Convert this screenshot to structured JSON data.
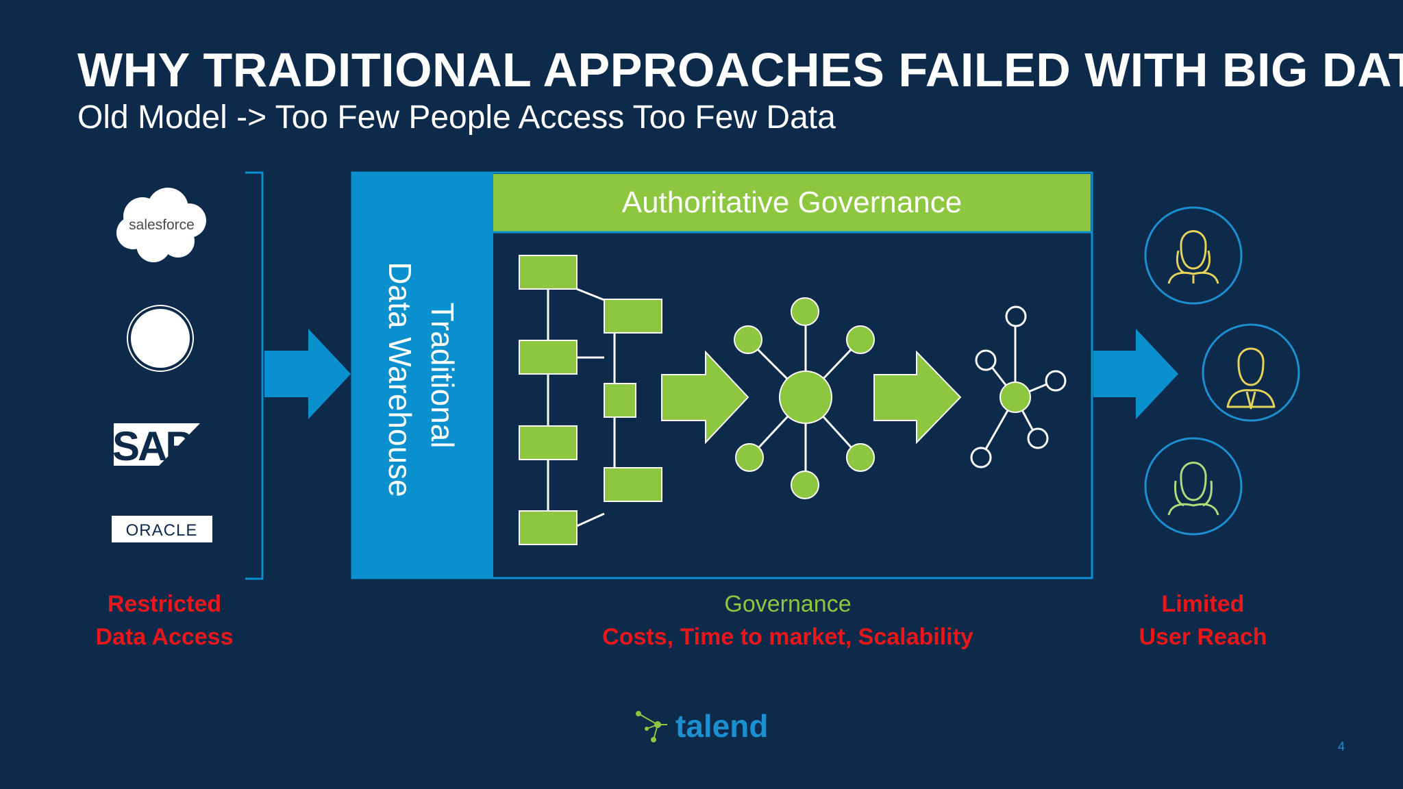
{
  "title": "WHY TRADITIONAL APPROACHES FAILED WITH BIG DATA",
  "subtitle": "Old Model -> Too Few People Access Too Few Data",
  "sources": {
    "salesforce": "salesforce",
    "sap": "SAP",
    "oracle": "ORACLE"
  },
  "warehouse": {
    "line1": "Traditional",
    "line2": "Data Warehouse",
    "governance_header": "Authoritative Governance"
  },
  "labels": {
    "left": {
      "line1": "Restricted",
      "line2": "Data Access"
    },
    "middle": {
      "line1": "Governance",
      "line2": "Costs, Time to market, Scalability"
    },
    "right": {
      "line1": "Limited",
      "line2": "User Reach"
    }
  },
  "logo": "talend",
  "page_number": "4",
  "colors": {
    "background": "#0e2a4b",
    "blue": "#0a8fcf",
    "green": "#8dc63f",
    "red": "#e8171a"
  }
}
